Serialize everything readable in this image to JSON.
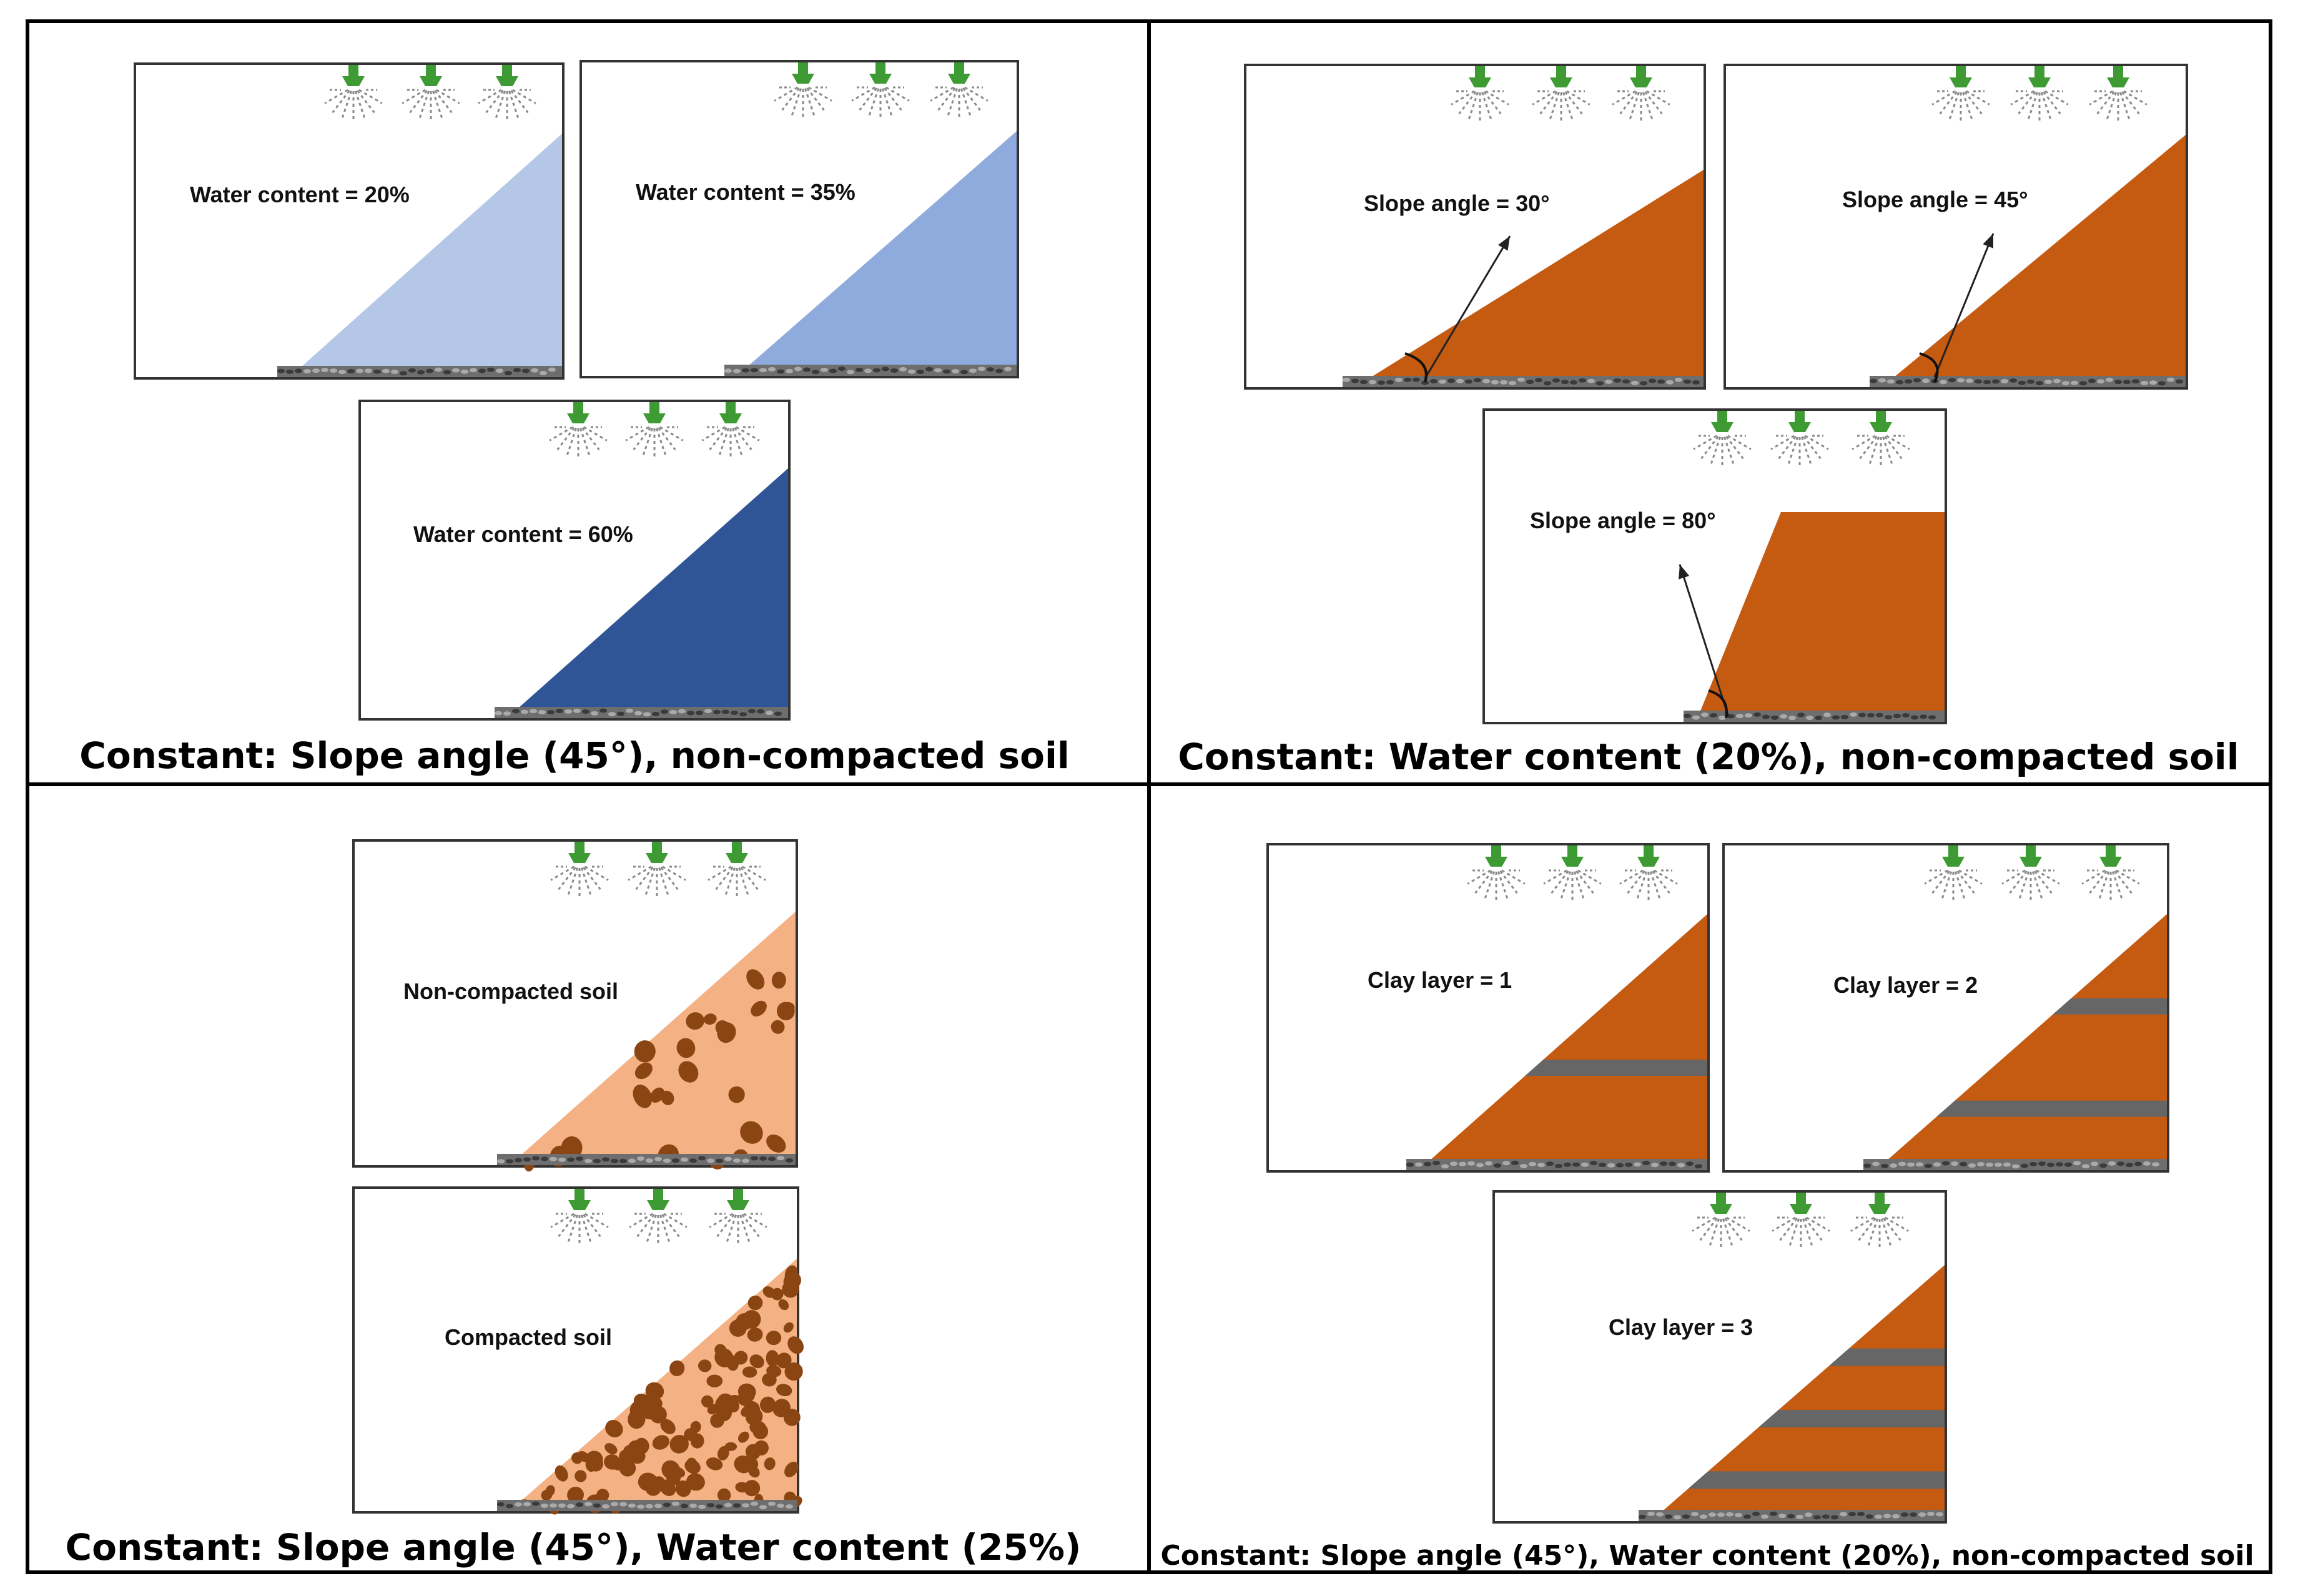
{
  "colors": {
    "grid_border": "#000000",
    "box_border": "#333333",
    "nozzle": "#3e9a33",
    "spray": "#8a8a8a",
    "gravel": "#6e6e6e",
    "orange_soil": "#c55a11",
    "clay_band": "#666666",
    "peach_soil": "#f4b183",
    "soil_clod": "#8b4513"
  },
  "quadrants": [
    {
      "id": "water-content",
      "caption": "Constant: Slope angle (45°), non-compacted soil",
      "experiments": [
        {
          "label": "Water content = 20%",
          "water_content_percent": 20,
          "soil_color": "#b4c7e7"
        },
        {
          "label": "Water content = 35%",
          "water_content_percent": 35,
          "soil_color": "#8faadc"
        },
        {
          "label": "Water content = 60%",
          "water_content_percent": 60,
          "soil_color": "#2f5597"
        }
      ]
    },
    {
      "id": "slope-angle",
      "caption": "Constant: Water content (20%), non-compacted soil",
      "experiments": [
        {
          "label": "Slope angle = 30°",
          "slope_angle_deg": 30
        },
        {
          "label": "Slope angle = 45°",
          "slope_angle_deg": 45
        },
        {
          "label": "Slope angle = 80°",
          "slope_angle_deg": 80
        }
      ]
    },
    {
      "id": "compaction",
      "caption": "Constant: Slope angle (45°), Water content (25%)",
      "experiments": [
        {
          "label": "Non-compacted soil",
          "compaction": "non-compacted"
        },
        {
          "label": "Compacted soil",
          "compaction": "compacted"
        }
      ]
    },
    {
      "id": "clay-layer",
      "caption": "Constant: Slope angle (45°), Water content (20%), non-compacted soil",
      "experiments": [
        {
          "label": "Clay layer = 1",
          "clay_layers": 1
        },
        {
          "label": "Clay layer = 2",
          "clay_layers": 2
        },
        {
          "label": "Clay layer = 3",
          "clay_layers": 3
        }
      ]
    }
  ]
}
